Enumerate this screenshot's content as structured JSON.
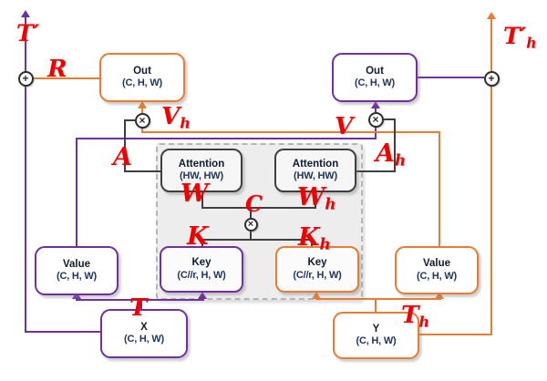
{
  "diagram": {
    "name": "dual cross-attention block diagram",
    "boxes": {
      "out_left": {
        "title": "Out",
        "dims": "(C, H, W)"
      },
      "out_right": {
        "title": "Out",
        "dims": "(C, H, W)"
      },
      "attention_left": {
        "title": "Attention",
        "dims": "(HW, HW)"
      },
      "attention_right": {
        "title": "Attention",
        "dims": "(HW, HW)"
      },
      "key_left": {
        "title": "Key",
        "dims": "(C//r, H, W)"
      },
      "key_right": {
        "title": "Key",
        "dims": "(C//r, H, W)"
      },
      "value_left": {
        "title": "Value",
        "dims": "(C, H, W)"
      },
      "value_right": {
        "title": "Value",
        "dims": "(C, H, W)"
      },
      "input_x": {
        "title": "X",
        "dims": "(C, H, W)"
      },
      "input_y": {
        "title": "Y",
        "dims": "(C, H, W)"
      }
    },
    "labels": {
      "t_prime": {
        "main": "T′"
      },
      "r": {
        "main": "R"
      },
      "v_h": {
        "main": "V",
        "sub": "h"
      },
      "a": {
        "main": "A"
      },
      "t_prime_h": {
        "main": "T′",
        "sub": "h"
      },
      "v": {
        "main": "V"
      },
      "a_h": {
        "main": "A",
        "sub": "h"
      },
      "w": {
        "main": "W"
      },
      "c": {
        "main": "C"
      },
      "w_h": {
        "main": "W",
        "sub": "h"
      },
      "k": {
        "main": "K"
      },
      "k_h": {
        "main": "K",
        "sub": "h"
      },
      "t": {
        "main": "T"
      },
      "t_h": {
        "main": "T",
        "sub": "h"
      }
    },
    "operators": {
      "add": "+",
      "multiply": "×"
    },
    "colors": {
      "purple": "#7030a0",
      "orange": "#e87c33",
      "red": "#f10000",
      "dark_line": "#3f3f3f",
      "region_fill": "#ededed"
    }
  }
}
